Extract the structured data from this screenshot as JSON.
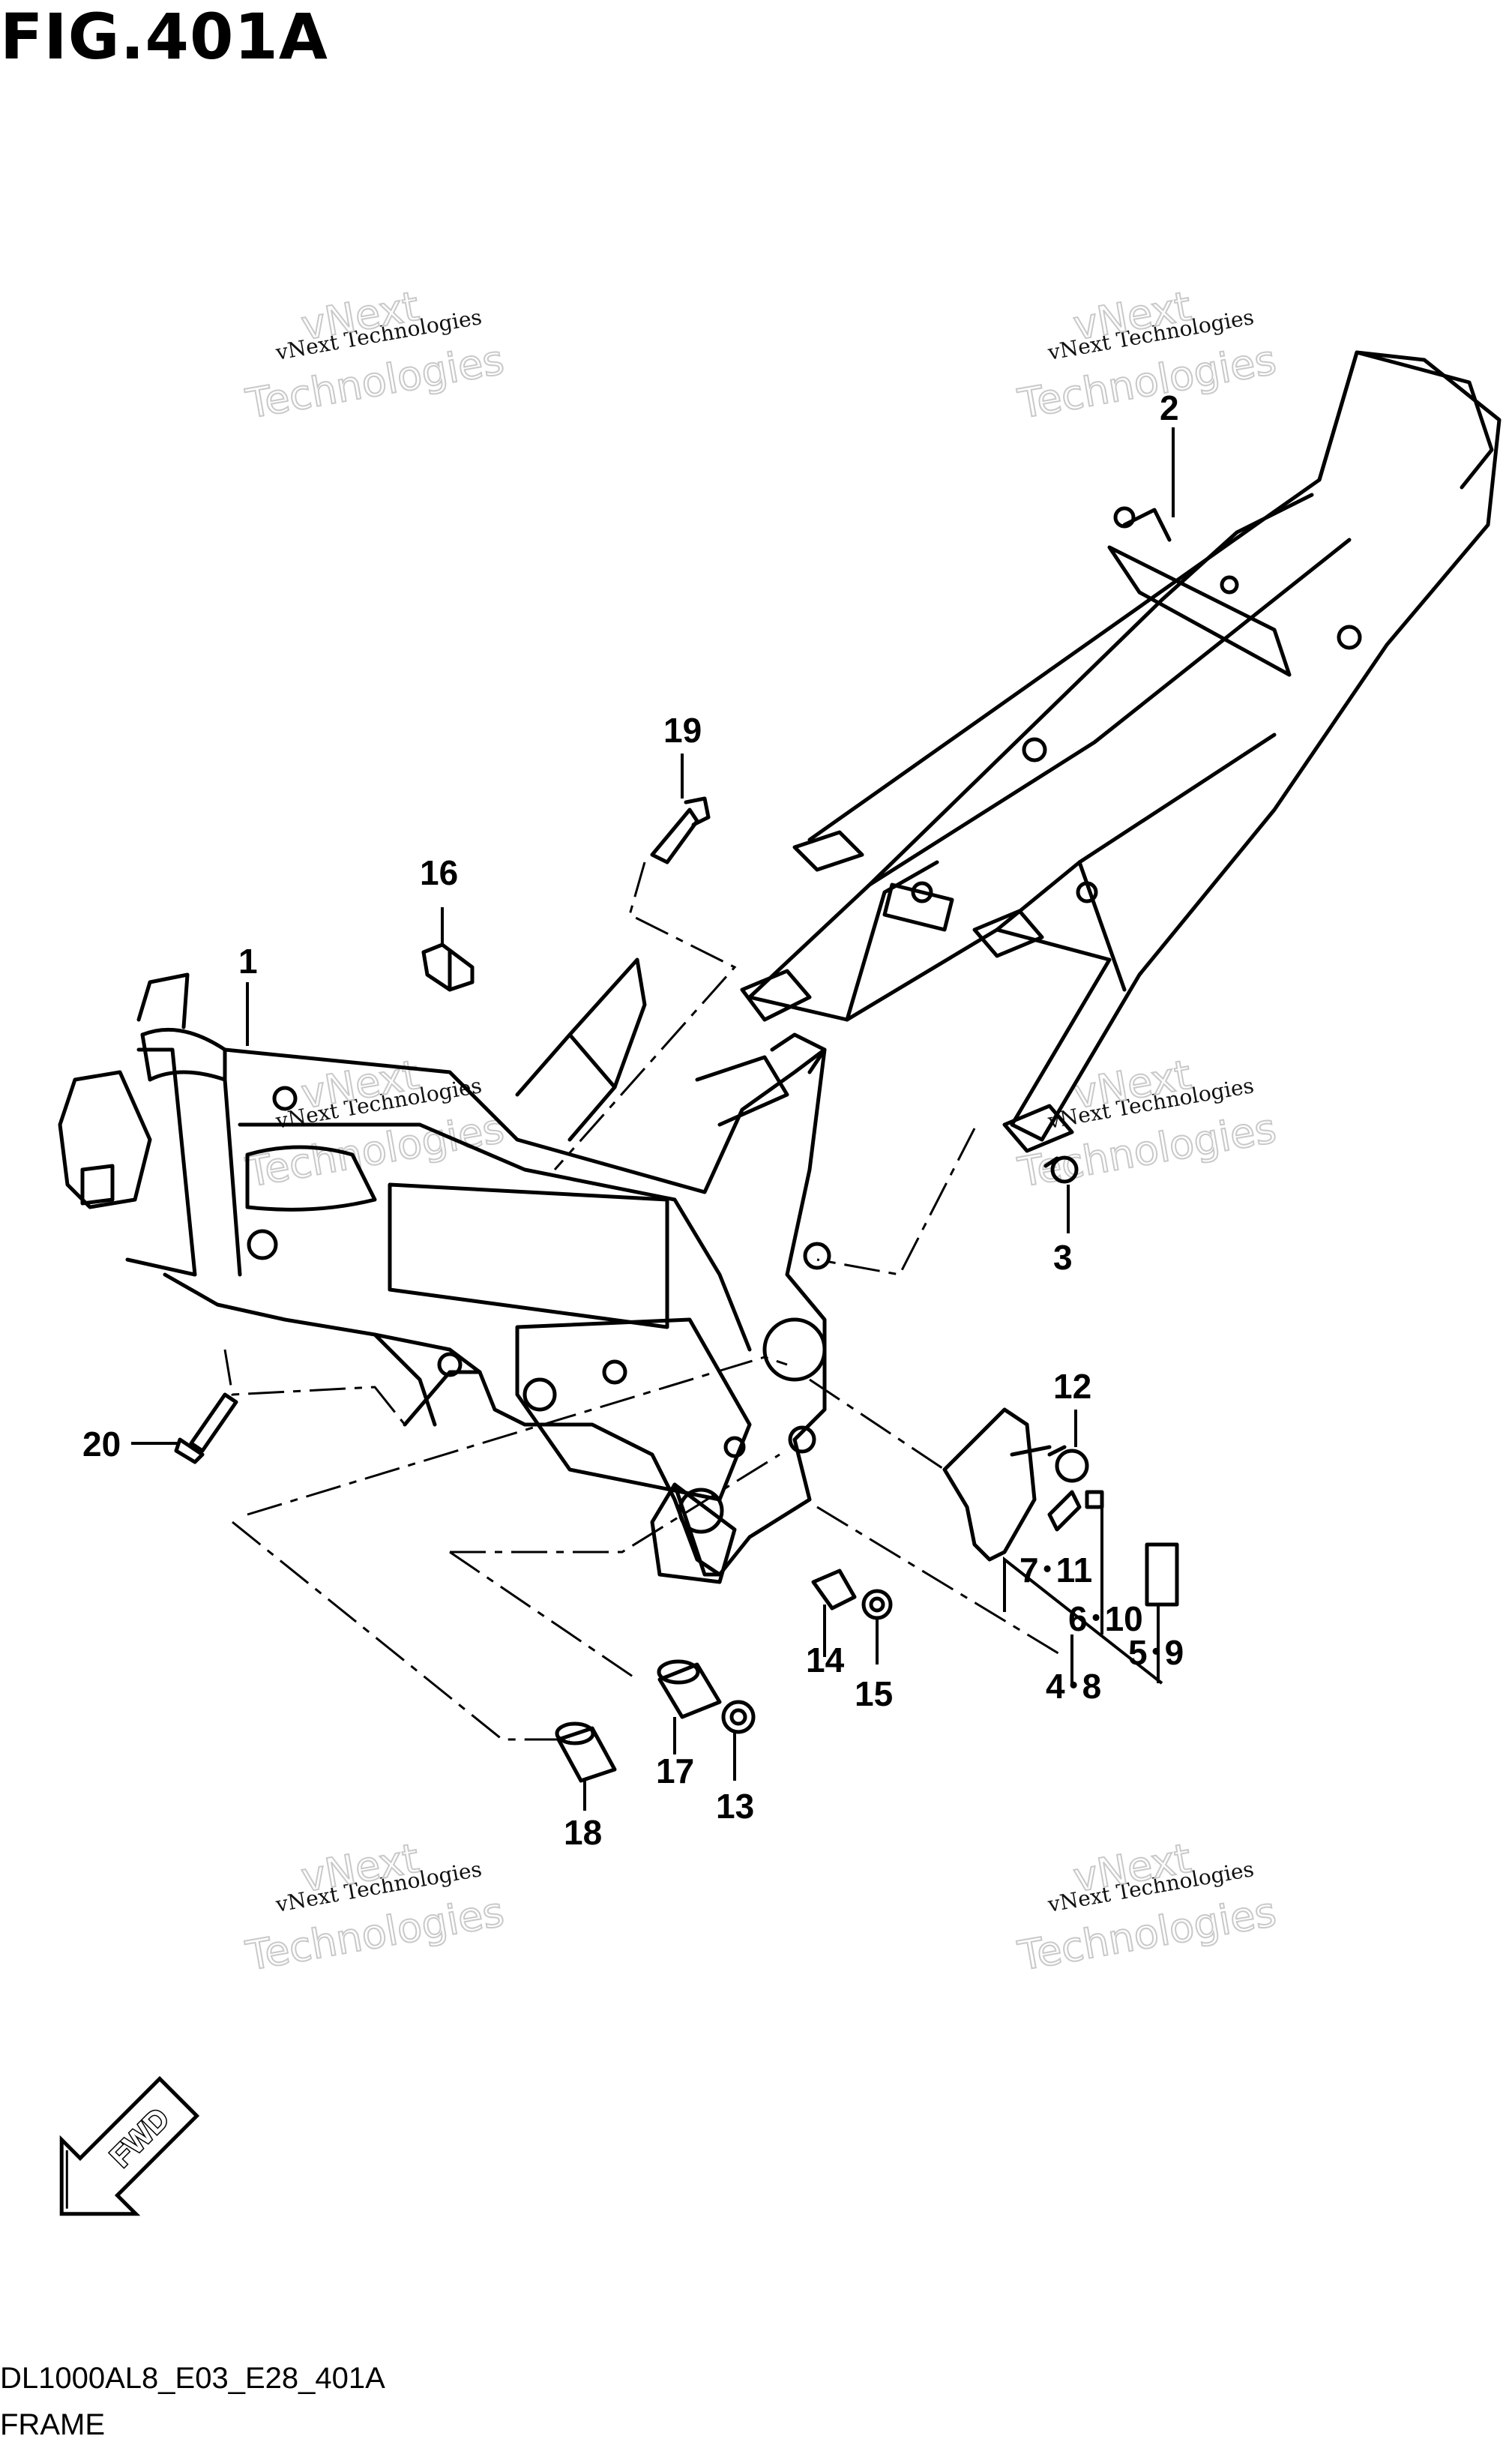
{
  "figure": {
    "title": "FIG.401A",
    "code": "DL1000AL8_E03_E28_401A",
    "name": "FRAME"
  },
  "callouts": [
    "1",
    "2",
    "3",
    "16",
    "19",
    "20",
    "12",
    "7･11",
    "6･10",
    "5･9",
    "4･8",
    "14",
    "15",
    "17",
    "13",
    "18"
  ],
  "watermark": {
    "line1": "vNext Technologies",
    "line2": "vNext",
    "line3": "Technologies"
  },
  "orientation": {
    "label": "FWD",
    "icon": "forward-arrow-icon"
  }
}
